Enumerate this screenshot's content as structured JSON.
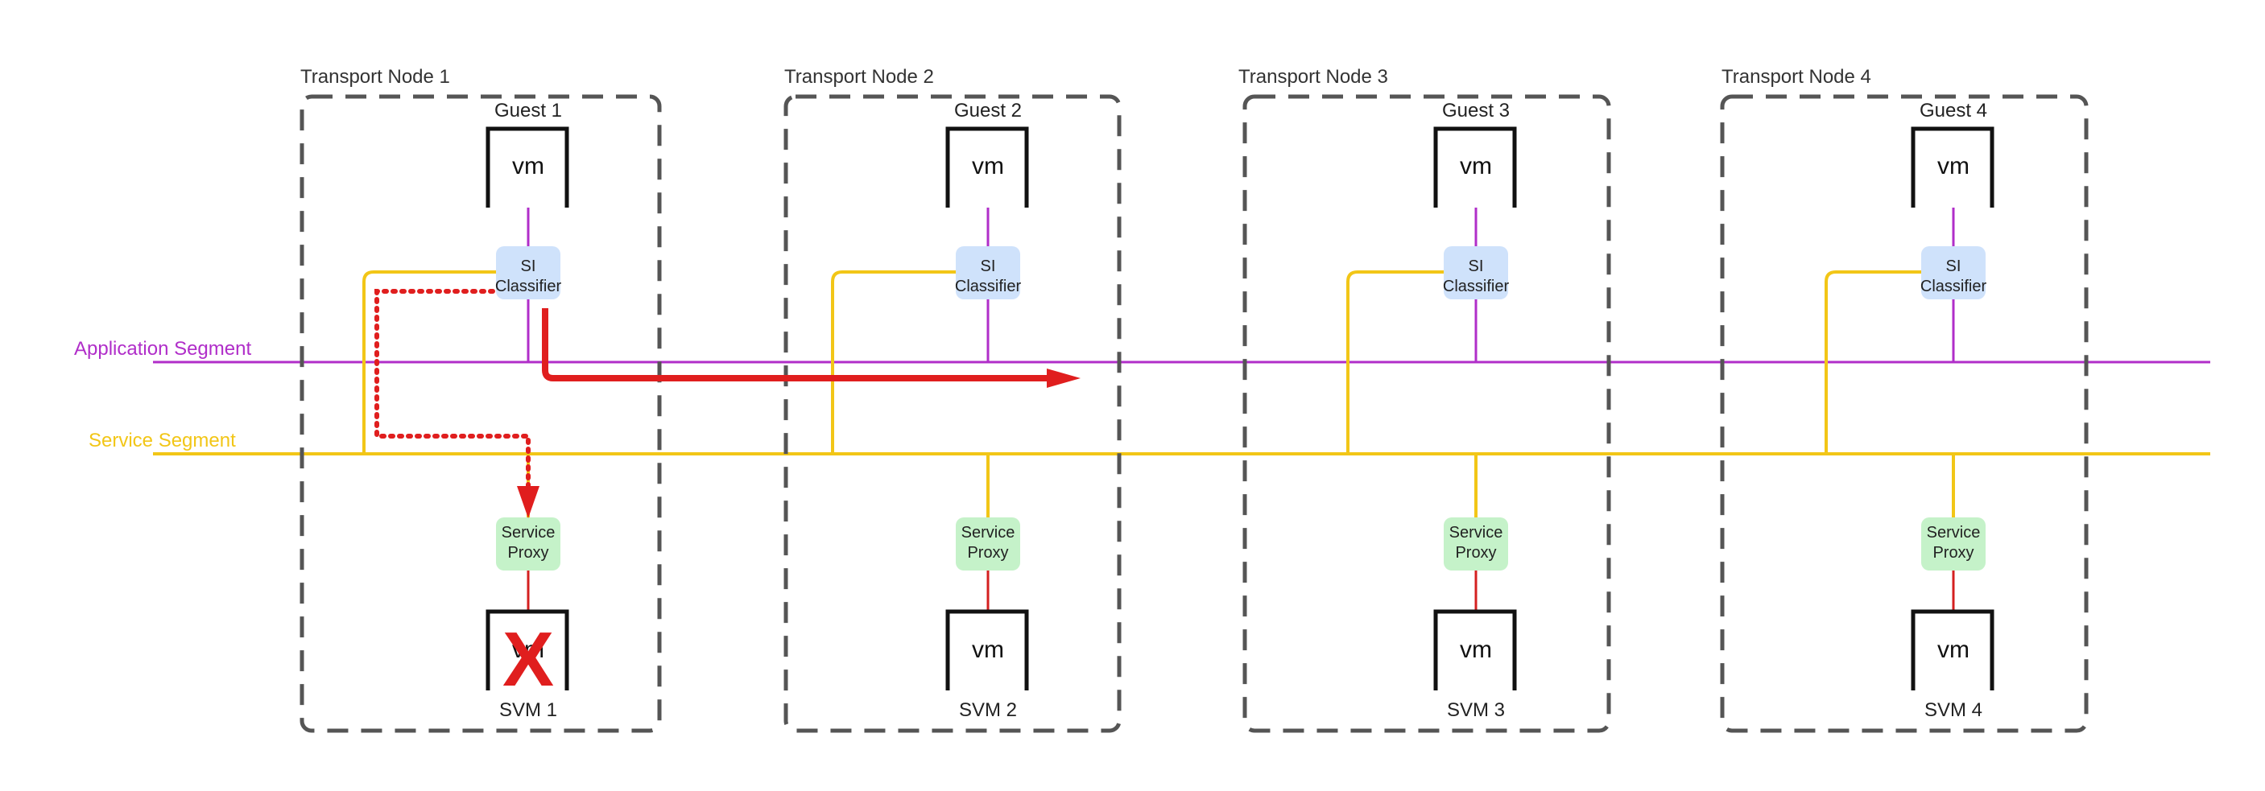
{
  "colors": {
    "application": "#b02ec9",
    "service": "#f2c617",
    "boundary": "#555555",
    "classifier_fill": "#cfe2fb",
    "proxy_fill": "#c5f2c9",
    "flow": "#e01e1e"
  },
  "segments": {
    "application": "Application Segment",
    "service": "Service Segment"
  },
  "nodes": [
    {
      "title": "Transport Node 1",
      "guest": "Guest 1",
      "guest_vm": "vm",
      "classifier": [
        "SI",
        "Classifier"
      ],
      "proxy": [
        "Service",
        "Proxy"
      ],
      "svm_vm": "vm",
      "svm": "SVM 1",
      "failed": true
    },
    {
      "title": "Transport Node 2",
      "guest": "Guest 2",
      "guest_vm": "vm",
      "classifier": [
        "SI",
        "Classifier"
      ],
      "proxy": [
        "Service",
        "Proxy"
      ],
      "svm_vm": "vm",
      "svm": "SVM 2",
      "failed": false
    },
    {
      "title": "Transport Node 3",
      "guest": "Guest 3",
      "guest_vm": "vm",
      "classifier": [
        "SI",
        "Classifier"
      ],
      "proxy": [
        "Service",
        "Proxy"
      ],
      "svm_vm": "vm",
      "svm": "SVM 3",
      "failed": false
    },
    {
      "title": "Transport Node 4",
      "guest": "Guest 4",
      "guest_vm": "vm",
      "classifier": [
        "SI",
        "Classifier"
      ],
      "proxy": [
        "Service",
        "Proxy"
      ],
      "svm_vm": "vm",
      "svm": "SVM 4",
      "failed": false
    }
  ],
  "failure_mark": "X"
}
